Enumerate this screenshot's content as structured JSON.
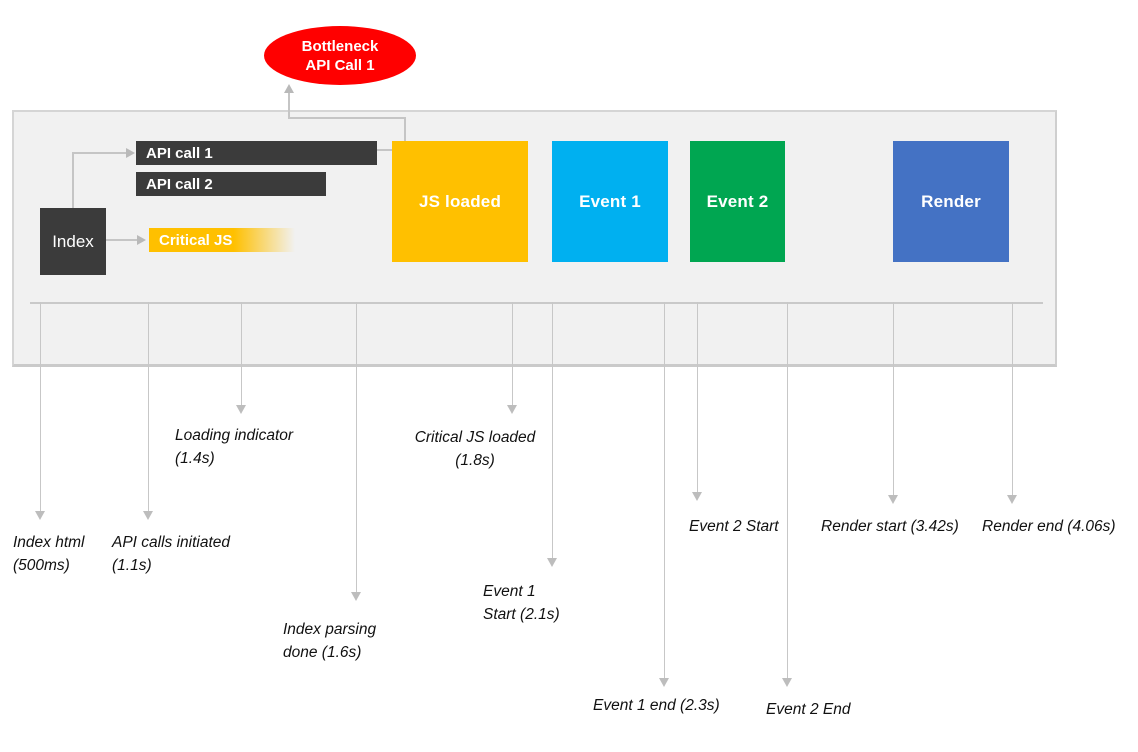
{
  "diagram": {
    "bottleneck": {
      "label": "Bottleneck\nAPI Call 1"
    },
    "stage": {
      "index": "Index",
      "api_call_1": "API call 1",
      "api_call_2": "API call 2",
      "critical_js": "Critical JS",
      "js_loaded": "JS loaded",
      "event_1": "Event 1",
      "event_2": "Event 2",
      "render": "Render"
    },
    "timeline": {
      "markers": [
        {
          "label": "Index html\n(500ms)",
          "time": "500ms"
        },
        {
          "label": "API calls initiated\n(1.1s)",
          "time": "1.1s"
        },
        {
          "label": "Loading indicator\n(1.4s)",
          "time": "1.4s"
        },
        {
          "label": "Index parsing\ndone (1.6s)",
          "time": "1.6s"
        },
        {
          "label": "Critical JS loaded\n(1.8s)",
          "time": "1.8s"
        },
        {
          "label": "Event 1\nStart (2.1s)",
          "time": "2.1s"
        },
        {
          "label": "Event 1 end (2.3s)",
          "time": "2.3s"
        },
        {
          "label": "Event 2 Start"
        },
        {
          "label": "Event 2 End"
        },
        {
          "label": "Render start (3.42s)",
          "time": "3.42s"
        },
        {
          "label": "Render end (4.06s)",
          "time": "4.06s"
        }
      ]
    },
    "colors": {
      "bottleneck_red": "#FF0000",
      "dark_gray": "#3B3B3B",
      "gold": "#FFC000",
      "cyan": "#00B0F0",
      "green": "#00A651",
      "blue": "#4472C4",
      "stage_bg": "#F1F1F1",
      "connector_gray": "#C5C5C5"
    }
  }
}
